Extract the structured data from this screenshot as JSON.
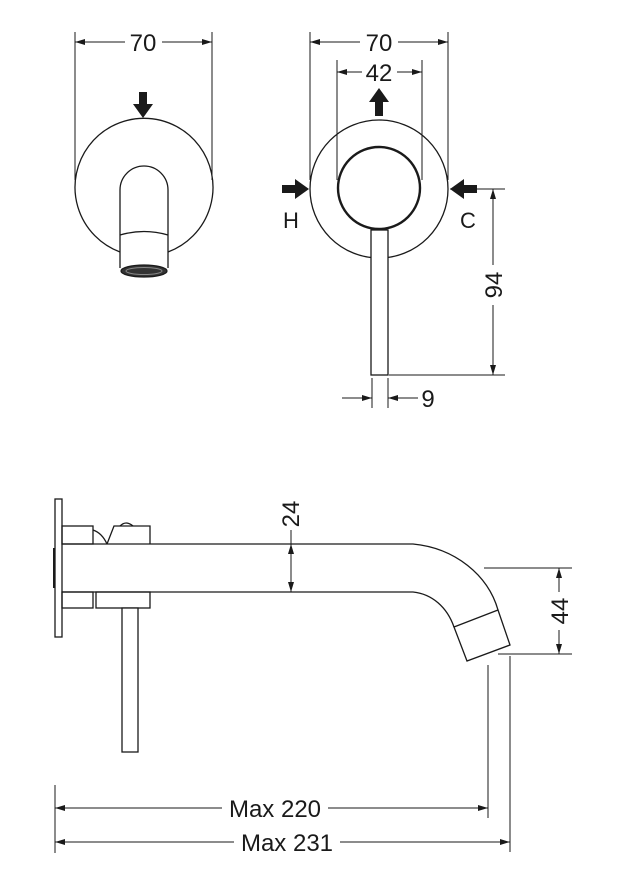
{
  "front_view_spout": {
    "width_label": "70"
  },
  "front_view_mixer": {
    "width_label": "70",
    "inner_label": "42",
    "hot_label": "H",
    "cold_label": "C",
    "lever_height_label": "94",
    "lever_width_label": "9"
  },
  "side_view": {
    "spout_diameter_label": "24",
    "outlet_height_label": "44",
    "projection_220_label": "Max 220",
    "projection_231_label": "Max 231"
  },
  "colors": {
    "line": "#1a1a1a",
    "background": "#ffffff"
  }
}
